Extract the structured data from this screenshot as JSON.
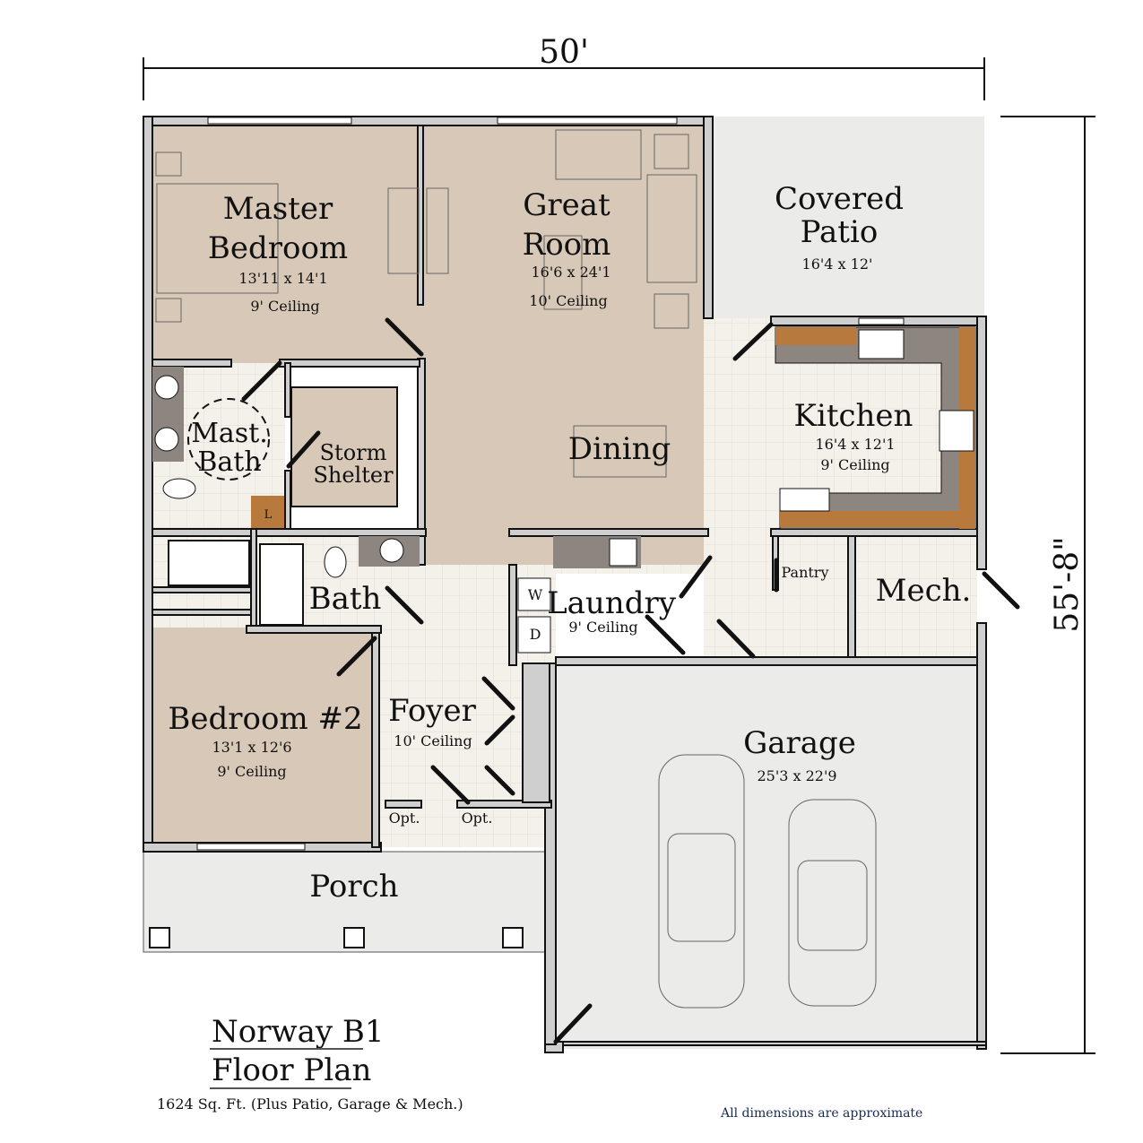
{
  "dimensions": {
    "width": "50'",
    "depth": "55'-8\""
  },
  "rooms": {
    "master_bedroom": {
      "name_line1": "Master",
      "name_line2": "Bedroom",
      "size": "13'11 x 14'1",
      "ceiling": "9' Ceiling"
    },
    "great_room": {
      "name_line1": "Great",
      "name_line2": "Room",
      "size": "16'6 x 24'1",
      "ceiling": "10' Ceiling"
    },
    "covered_patio": {
      "name_line1": "Covered",
      "name_line2": "Patio",
      "size": "16'4 x 12'"
    },
    "master_bath": {
      "name_line1": "Mast.",
      "name_line2": "Bath"
    },
    "storm_shelter": {
      "name_line1": "Storm",
      "name_line2": "Shelter"
    },
    "linen": {
      "name": "L"
    },
    "dining": {
      "name": "Dining"
    },
    "kitchen": {
      "name": "Kitchen",
      "size": "16'4 x 12'1",
      "ceiling": "9' Ceiling"
    },
    "bath": {
      "name": "Bath"
    },
    "laundry": {
      "name": "Laundry",
      "ceiling": "9' Ceiling",
      "washer": "W",
      "dryer": "D"
    },
    "pantry": {
      "name": "Pantry"
    },
    "mech": {
      "name": "Mech."
    },
    "bedroom2": {
      "name": "Bedroom #2",
      "size": "13'1 x 12'6",
      "ceiling": "9' Ceiling"
    },
    "foyer": {
      "name": "Foyer",
      "ceiling": "10' Ceiling"
    },
    "garage": {
      "name": "Garage",
      "size": "25'3 x 22'9"
    },
    "porch": {
      "name": "Porch"
    },
    "opt1": "Opt.",
    "opt2": "Opt."
  },
  "title": {
    "line1": "Norway B1",
    "line2": "Floor Plan",
    "sqft": "1624 Sq. Ft. (Plus Patio, Garage & Mech.)"
  },
  "disclaimer": "All dimensions are approximate",
  "colors": {
    "carpet": "#d8c8b7",
    "tile": "#f2eee8",
    "concrete": "#ebebea",
    "wall": "#cfcfcf",
    "counter": "#8c8580",
    "cabinet": "#b87a3c",
    "disclaimer": "#1a2a55"
  }
}
